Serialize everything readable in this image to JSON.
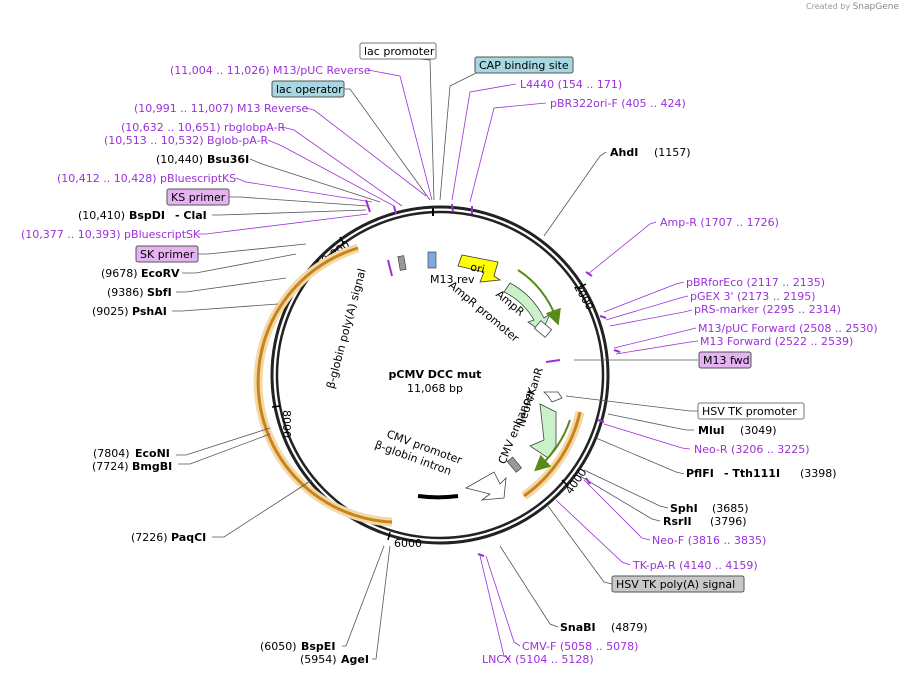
{
  "credit": {
    "prefix": "Created by",
    "brand": "SnapGene"
  },
  "plasmid": {
    "name": "pCMV DCC mut",
    "size": "11,068 bp"
  },
  "ruler": [
    "10,000",
    "2000",
    "4000",
    "6000",
    "8000"
  ],
  "features": {
    "ori": "ori",
    "ampr": "AmpR",
    "ampr_promoter": "AmpR promoter",
    "m13_rev": "M13 rev",
    "bglobin_polya": "β-globin poly(A) signal",
    "neo_kan": "NeoR/KanR",
    "cmv_enhancer": "CMV enhancer",
    "cmv_promoter": "CMV promoter",
    "bglobin_intron": "β-globin intron"
  },
  "boxed": {
    "lac_promoter": "lac promoter",
    "cap_site": "CAP binding site",
    "lac_operator": "lac operator",
    "ks_primer": "KS primer",
    "sk_primer": "SK primer",
    "m13_fwd": "M13 fwd",
    "hsv_tk_promoter": "HSV TK promoter",
    "hsv_tk_polya": "HSV TK poly(A) signal"
  },
  "labels_left": {
    "m13puc_rev": "(11,004 .. 11,026)  M13/pUC Reverse",
    "m13_reverse": "(10,991 .. 11,007)  M13 Reverse",
    "rbglobpa": "(10,632 .. 10,651)  rbglobpA-R",
    "bglobpa": "(10,513 .. 10,532)  Bglob-pA-R",
    "bsu36i_pos": "(10,440)",
    "bsu36i": "Bsu36I",
    "pbluescriptks": "(10,412 .. 10,428)  pBluescriptKS",
    "bspdi_pos": "(10,410)",
    "bspdi": "BspDI",
    "clai": "- ClaI",
    "pbluescriptsk": "(10,377 .. 10,393)  pBluescriptSK",
    "ecorv_pos": "(9678)",
    "ecorv": "EcoRV",
    "sbfi_pos": "(9386)",
    "sbfi": "SbfI",
    "pshai_pos": "(9025)",
    "pshai": "PshAI",
    "econi_pos": "(7804)",
    "econi": "EcoNI",
    "bmgbi_pos": "(7724)",
    "bmgbi": "BmgBI",
    "paqci_pos": "(7226)",
    "paqci": "PaqCI",
    "bspei_pos": "(6050)",
    "bspei": "BspEI",
    "agei_pos": "(5954)",
    "agei": "AgeI"
  },
  "labels_right": {
    "l4440": "L4440     (154 .. 171)",
    "pbr322": "pBR322ori-F     (405 .. 424)",
    "ahdi": "AhdI",
    "ahdi_pos": "(1157)",
    "ampr_primer": "Amp-R     (1707 .. 1726)",
    "pbrforeco": "pBRforEco     (2117 .. 2135)",
    "pgex3": "pGEX 3'     (2173 .. 2195)",
    "prsmarker": "pRS-marker     (2295 .. 2314)",
    "m13puc_fwd": "M13/pUC Forward     (2508 .. 2530)",
    "m13_forward": "M13 Forward     (2522 .. 2539)",
    "mlui": "MluI",
    "mlui_pos": "(3049)",
    "neor": "Neo-R     (3206 .. 3225)",
    "pflfi": "PflFI",
    "tth": "- Tth111I",
    "tth_pos": "(3398)",
    "sphi": "SphI",
    "sphi_pos": "(3685)",
    "rsrii": "RsrII",
    "rsrii_pos": "(3796)",
    "neof": "Neo-F     (3816 .. 3835)",
    "tkpar": "TK-pA-R     (4140 .. 4159)",
    "snabi": "SnaBI",
    "snabi_pos": "(4879)",
    "cmvf": "CMV-F     (5058 .. 5078)",
    "lncx": "LNCX     (5104 .. 5128)"
  },
  "colors": {
    "purple": "#9b30d9",
    "blue_box": "#a7d7e1",
    "primer_box": "#e6b3f2",
    "gray_box": "#c8c8c8",
    "ori_fill": "#ffff00",
    "green_fill": "#c9f2c9",
    "orange_arc": "#d08a1e"
  }
}
